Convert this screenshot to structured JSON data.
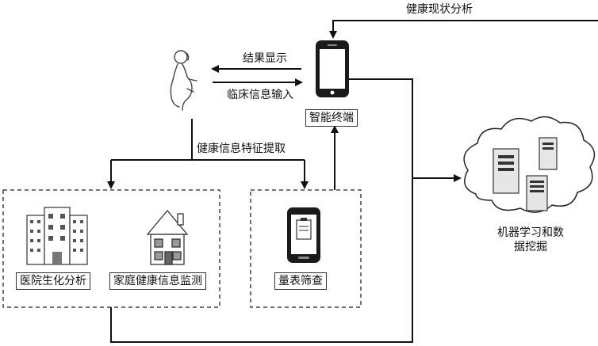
{
  "labels": {
    "health_status_analysis": "健康现状分析",
    "result_display": "结果显示",
    "clinical_info_input": "临床信息输入",
    "smart_terminal": "智能终端",
    "feature_extraction": "健康信息特征提取",
    "ml_line1": "机器学习和数",
    "ml_line2": "据挖掘",
    "hospital_analysis": "医院生化分析",
    "home_monitoring": "家庭健康信息监测",
    "scale_screening": "量表筛查"
  },
  "colors": {
    "line": "#111111",
    "device_body": "#1a1a1a",
    "device_screen": "#ffffff",
    "cloud_stroke": "#222222",
    "server_body": "#e6e6e6"
  },
  "icons": [
    "pregnant-woman-icon",
    "smartphone-icon",
    "cloud-icon",
    "server-icon",
    "building-icon",
    "house-icon",
    "clipboard-phone-icon"
  ]
}
